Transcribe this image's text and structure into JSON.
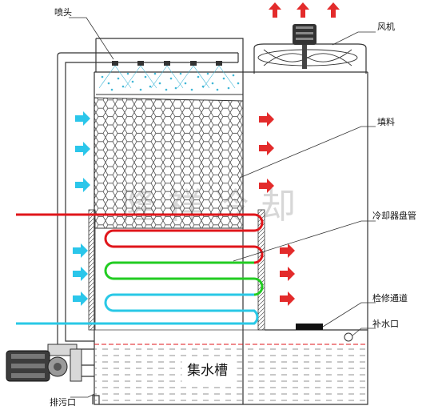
{
  "labels": {
    "nozzle": "喷头",
    "fan": "风机",
    "fill": "填料",
    "coil": "冷却器盘管",
    "access": "检修通道",
    "makeup": "补水口",
    "basin": "集水槽",
    "drain": "排污口"
  },
  "watermark": "隆祥冷却",
  "colors": {
    "hot_water": "#e0161b",
    "mid_water": "#22cc22",
    "cool_water": "#29c8e6",
    "air_in": "#2bc6ea",
    "air_out": "#e32b2b",
    "spray": "#3fb6d6",
    "basin_water": "#f2f2f2"
  },
  "icons": {
    "air_in_arrow": "arrow-right-icon",
    "air_out_arrow": "arrow-up-icon",
    "pump": "pump-icon",
    "fan_motor": "fan-icon"
  }
}
